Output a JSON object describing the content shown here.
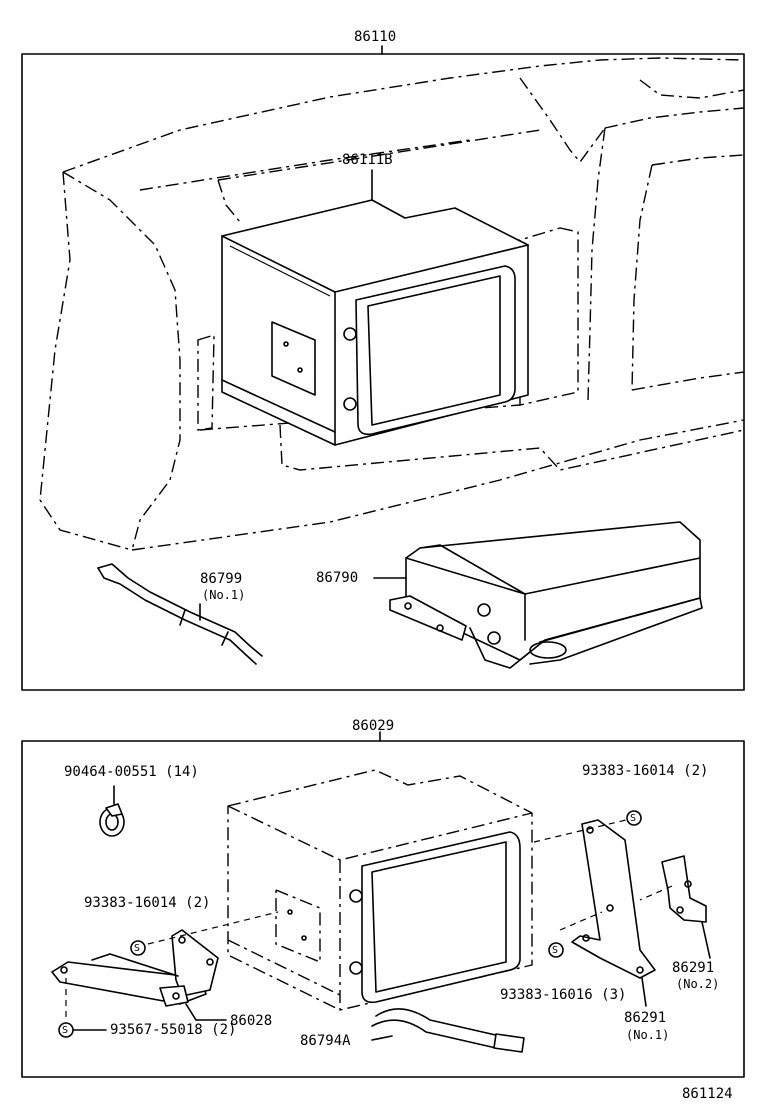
{
  "top_section": {
    "assembly_part": "86110",
    "parts": {
      "receiver": "86111B",
      "antenna_cord": "86799",
      "antenna_cord_note": "(No.1)",
      "amplifier": "86790"
    }
  },
  "bottom_section": {
    "assembly_part": "86029",
    "parts": {
      "clamp": "90464-00551 (14)",
      "screw_right_top": "93383-16014 (2)",
      "screw_left": "93383-16014 (2)",
      "bracket_left": "86028",
      "nut_bottom": "93567-55018 (2)",
      "hose": "86794A",
      "screw_right_bottom": "93383-16016 (3)",
      "bracket_no1": "86291",
      "bracket_no1_note": "(No.1)",
      "bracket_no2": "86291",
      "bracket_no2_note": "(No.2)",
      "washer_symbol": "S"
    }
  },
  "figure_number": "861124"
}
